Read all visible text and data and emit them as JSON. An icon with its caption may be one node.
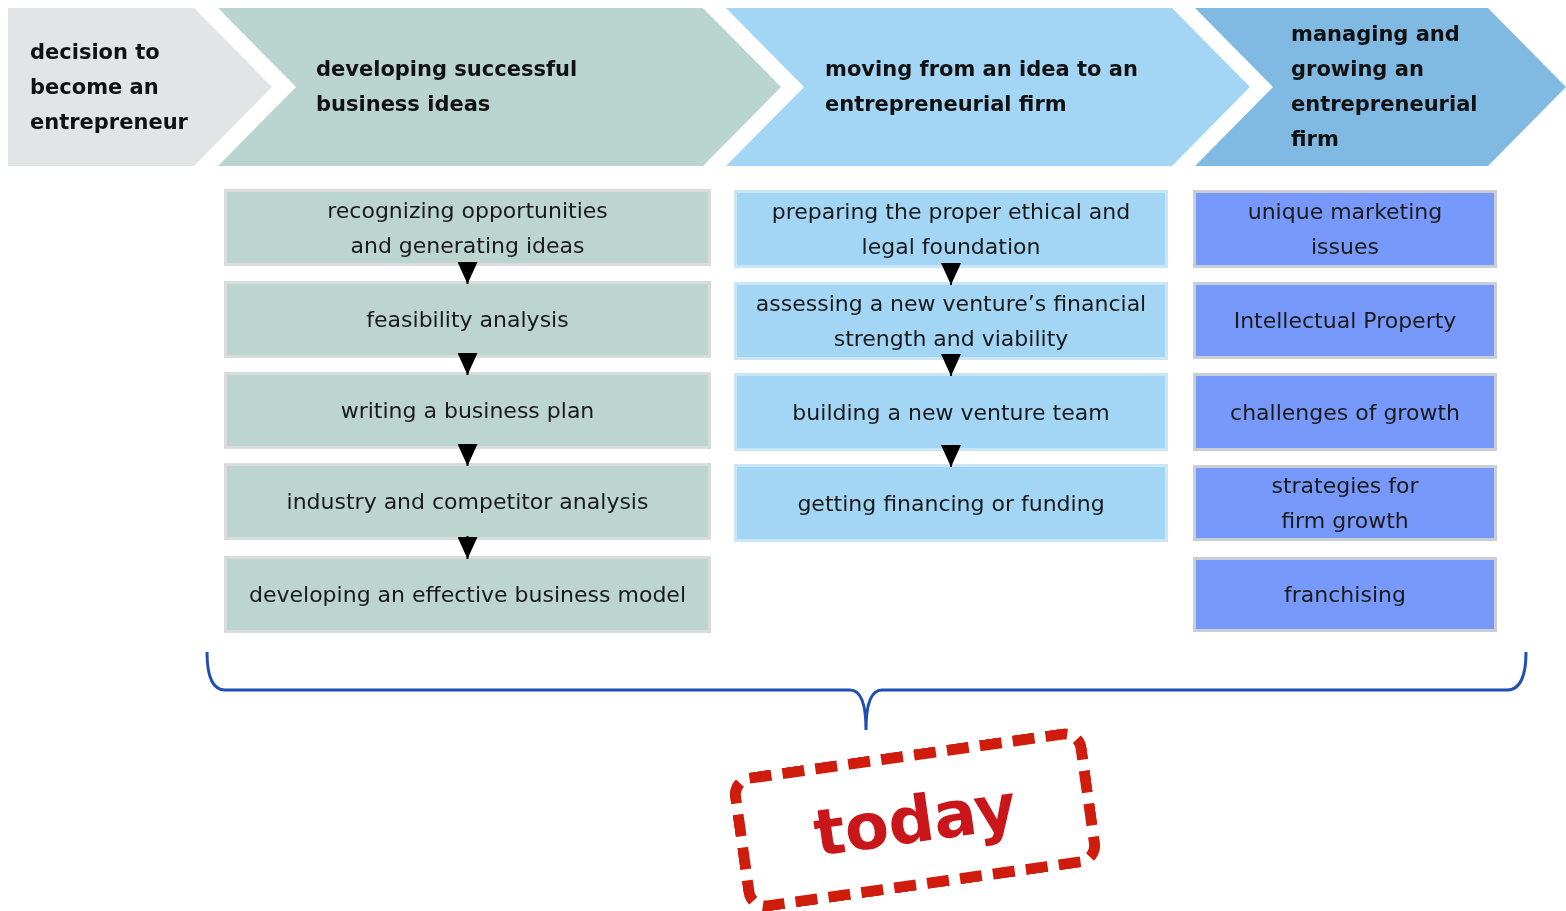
{
  "diagram": {
    "nodes": [
      {
        "text": [
          "decision to become an entrepreneur"
        ]
      },
      {
        "text": [
          "developing successful business ideas"
        ]
      },
      {
        "text": [
          "moving from an idea to an entrepreneurial firm"
        ]
      },
      {
        "text": [
          "managing and growing an entrepreneurial firm"
        ]
      },
      {
        "text": [
          "recognizing opportunities and generating ideas"
        ]
      },
      {
        "text": [
          "feasibility analysis"
        ]
      },
      {
        "text": [
          "writing a business plan"
        ]
      },
      {
        "text": [
          "industry and competitor analysis"
        ]
      },
      {
        "text": [
          "developing an effective business model"
        ]
      },
      {
        "text": [
          "preparing the proper ethical and legal foundation"
        ]
      },
      {
        "text": [
          "assessing a new venture’s financial strength and viability"
        ]
      },
      {
        "text": [
          "building a new venture team"
        ]
      },
      {
        "text": [
          "getting financing or funding"
        ]
      },
      {
        "text": [
          "unique marketing issues"
        ]
      },
      {
        "text": [
          "Intellectual Property"
        ]
      },
      {
        "text": [
          "challenges of growth"
        ]
      },
      {
        "text": [
          "strategies for firm growth"
        ]
      },
      {
        "text": [
          "franchising"
        ]
      },
      {
        "text": [
          "today"
        ]
      }
    ],
    "edges": [
      {
        "from": 4,
        "to": 5,
        "arrow": "to"
      },
      {
        "from": 5,
        "to": 6,
        "arrow": "to"
      },
      {
        "from": 6,
        "to": 7,
        "arrow": "to"
      },
      {
        "from": 7,
        "to": 8,
        "arrow": "to"
      },
      {
        "from": 9,
        "to": 10,
        "arrow": "to"
      },
      {
        "from": 10,
        "to": 11,
        "arrow": "to"
      },
      {
        "from": 11,
        "to": 12,
        "arrow": "to"
      }
    ]
  }
}
